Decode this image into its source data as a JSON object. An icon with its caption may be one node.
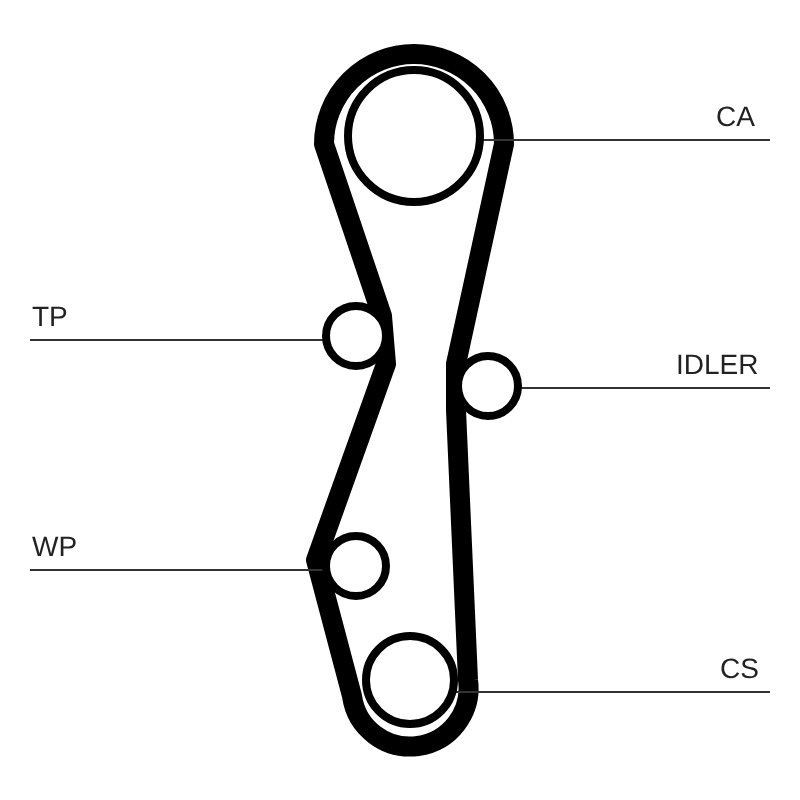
{
  "diagram": {
    "nodes": [
      {
        "text": [
          "CA"
        ]
      },
      {
        "text": [
          "TP"
        ]
      },
      {
        "text": [
          "IDLER"
        ]
      },
      {
        "text": [
          "WP"
        ]
      },
      {
        "text": [
          "CS"
        ]
      },
      {
        "text": [],
        "shape": "circle"
      },
      {
        "text": [],
        "shape": "circle"
      },
      {
        "text": [],
        "shape": "circle"
      },
      {
        "text": [],
        "shape": "circle"
      },
      {
        "text": [],
        "shape": "circle"
      }
    ],
    "edges": [
      {
        "from": 0,
        "to": 5,
        "arrow": "none"
      },
      {
        "from": 1,
        "to": 6,
        "arrow": "none"
      },
      {
        "from": 2,
        "to": 7,
        "arrow": "none"
      },
      {
        "from": 3,
        "to": 8,
        "arrow": "none"
      },
      {
        "from": 4,
        "to": 9,
        "arrow": "none"
      }
    ]
  }
}
